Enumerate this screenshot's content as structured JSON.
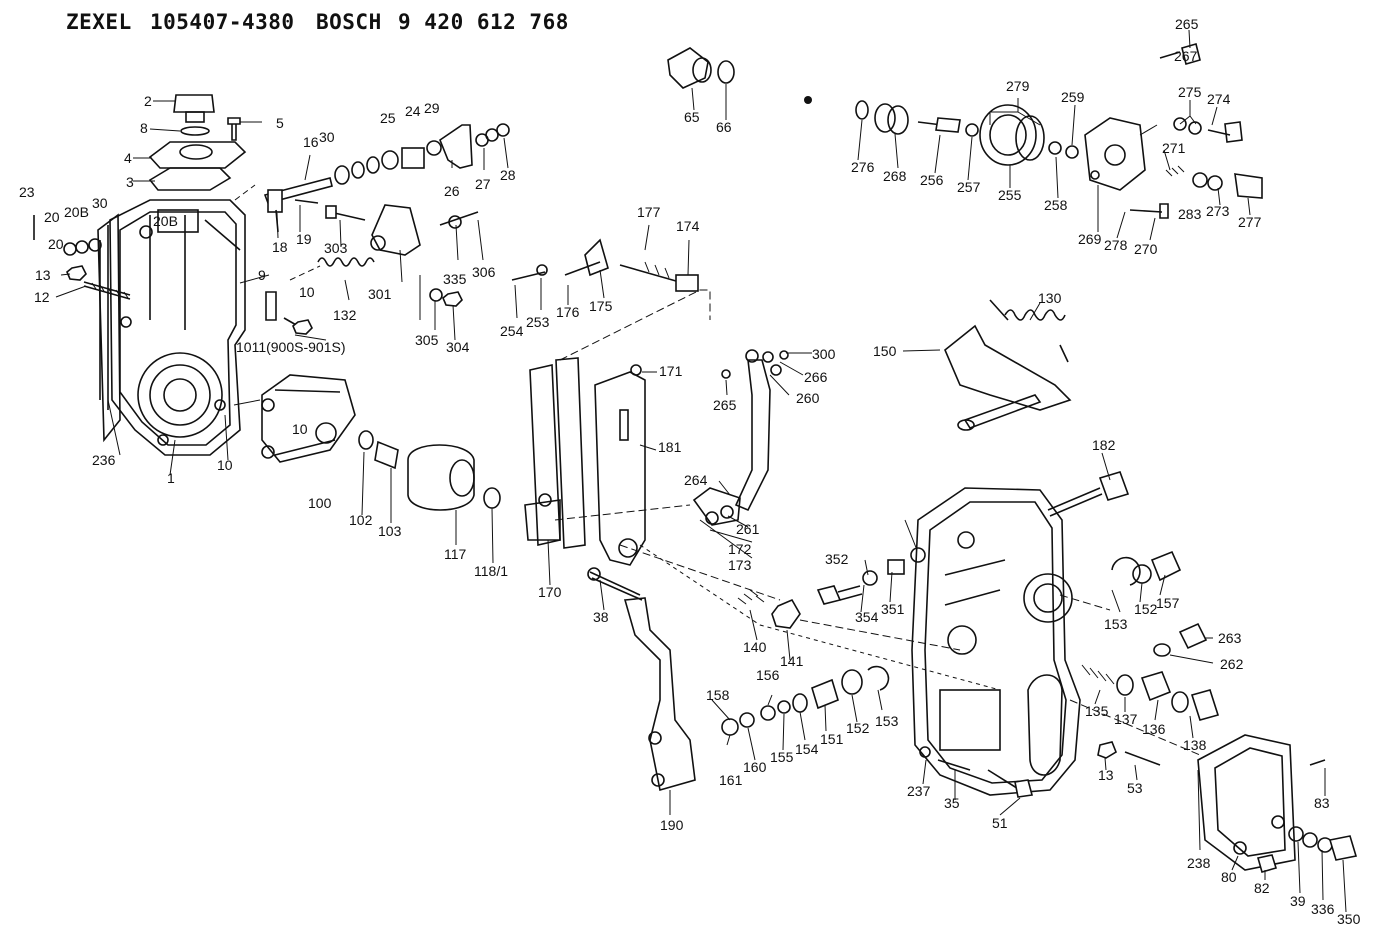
{
  "header": {
    "brand1": "ZEXEL",
    "code1": "105407-4380",
    "brand2": "BOSCH",
    "code2": "9 420 612 768"
  },
  "labels": [
    "1",
    "2",
    "3",
    "4",
    "5",
    "8",
    "9",
    "10",
    "10",
    "10",
    "1011(900S-901S)",
    "12",
    "13",
    "13",
    "16",
    "18",
    "19",
    "20",
    "20",
    "20B",
    "20B",
    "23",
    "24",
    "25",
    "26",
    "27",
    "28",
    "29",
    "30",
    "30",
    "35",
    "38",
    "39",
    "51",
    "53",
    "65",
    "66",
    "80",
    "82",
    "83",
    "100",
    "102",
    "103",
    "117",
    "118/1",
    "130",
    "132",
    "135",
    "136",
    "137",
    "138",
    "140",
    "141",
    "150",
    "151",
    "152",
    "152",
    "153",
    "153",
    "154",
    "155",
    "156",
    "157",
    "158",
    "160",
    "161",
    "170",
    "171",
    "172",
    "173",
    "174",
    "175",
    "176",
    "177",
    "181",
    "182",
    "190",
    "236",
    "237",
    "238",
    "253",
    "254",
    "255",
    "256",
    "257",
    "258",
    "259",
    "260",
    "261",
    "262",
    "263",
    "264",
    "265",
    "265",
    "266",
    "267",
    "268",
    "269",
    "270",
    "271",
    "273",
    "274",
    "275",
    "276",
    "277",
    "278",
    "279",
    "283",
    "300",
    "301",
    "303",
    "304",
    "305",
    "306",
    "335",
    "336",
    "350",
    "351",
    "352",
    "354"
  ]
}
